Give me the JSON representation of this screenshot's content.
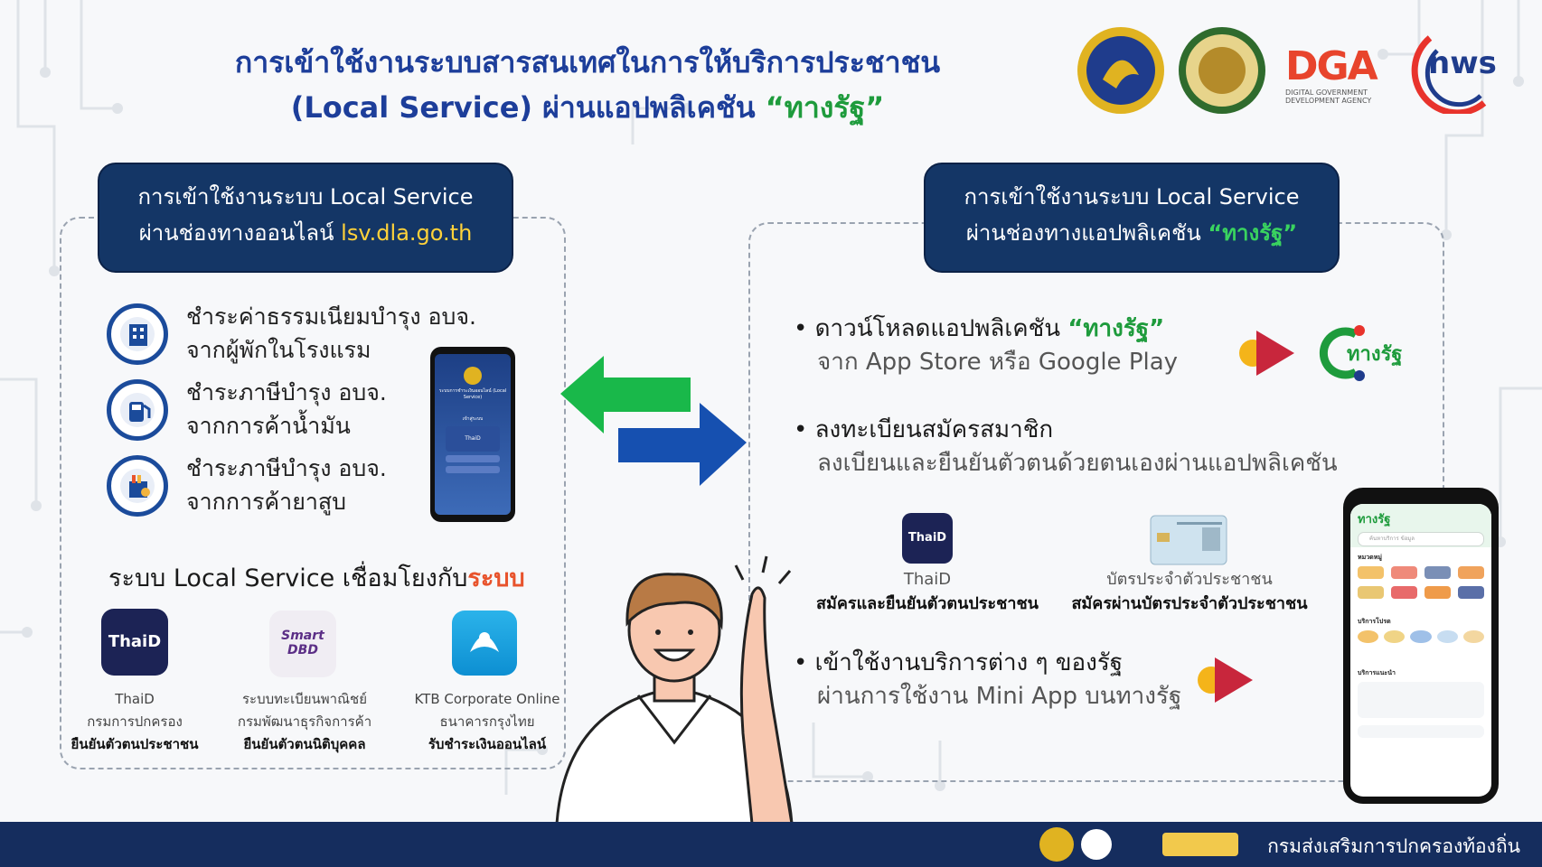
{
  "title": {
    "line1": "การเข้าใช้งานระบบสารสนเทศในการให้บริการประชาชน",
    "line2_prefix": "(Local Service) ผ่านแอปพลิเคชัน",
    "line2_app": "“ทางรัฐ”"
  },
  "logos": {
    "dga": "DGA",
    "dga_sub1": "DIGITAL GOVERNMENT",
    "dga_sub2": "DEVELOPMENT AGENCY",
    "nws": "nws"
  },
  "left": {
    "header_line1": "การเข้าใช้งานระบบ Local Service",
    "header_line2_prefix": "ผ่านช่องทางออนไลน์",
    "header_url": "lsv.dla.go.th",
    "items": [
      {
        "line1": "ชำระค่าธรรมเนียมบำรุง อบจ.",
        "line2": "จากผู้พักในโรงแรม",
        "icon": "hotel-icon"
      },
      {
        "line1": "ชำระภาษีบำรุง อบจ.",
        "line2": "จากการค้าน้ำมัน",
        "icon": "fuel-icon"
      },
      {
        "line1": "ชำระภาษีบำรุง อบจ.",
        "line2": "จากการค้ายาสูบ",
        "icon": "tobacco-icon"
      }
    ],
    "subhead_prefix": "ระบบ Local Service เชื่อมโยงกับ",
    "subhead_highlight": "ระบบ",
    "systems": [
      {
        "name": "ThaiD",
        "org": "กรมการปกครอง",
        "desc": "ยืนยันตัวตนประชาชน",
        "icon_text": "ThaiD"
      },
      {
        "name": "ระบบทะเบียนพาณิชย์",
        "org": "กรมพัฒนาธุรกิจการค้า",
        "desc": "ยืนยันตัวตนนิติบุคคล",
        "icon_text": "Smart DBD"
      },
      {
        "name": "KTB Corporate Online",
        "org": "ธนาคารกรุงไทย",
        "desc": "รับชำระเงินออนไลน์",
        "icon_text": ""
      }
    ]
  },
  "right": {
    "header_line1": "การเข้าใช้งานระบบ Local Service",
    "header_line2_prefix": "ผ่านช่องทางแอปพลิเคชัน",
    "header_app": "“ทางรัฐ”",
    "bullets": [
      {
        "main": "ดาวน์โหลดแอปพลิเคชัน",
        "highlight": "“ทางรัฐ”",
        "sub": "จาก App Store หรือ Google Play"
      },
      {
        "main": "ลงทะเบียนสมัครสมาชิก",
        "highlight": "",
        "sub": "ลงเบียนและยืนยันตัวตนด้วยตนเองผ่านแอปพลิเคชัน"
      },
      {
        "main": "เข้าใช้งานบริการต่าง ๆ ของรัฐ",
        "highlight": "",
        "sub": "ผ่านการใช้งาน Mini App บนทางรัฐ"
      }
    ],
    "app_logo_text": "ทางรัฐ",
    "registration": [
      {
        "name": "ThaiD",
        "desc": "สมัครและยืนยันตัวตนประชาชน",
        "icon_text": "ThaiD"
      },
      {
        "name": "บัตรประจำตัวประชาชน",
        "desc": "สมัครผ่านบัตรประจำตัวประชาชน"
      }
    ]
  },
  "phone_left": {
    "caption": "ระบบการชำระเงินออนไลน์ (Local Service)",
    "login_label": "เข้าสู่ระบบ",
    "thaid_label": "ThaiD"
  },
  "phone_right": {
    "app_title": "ทางรัฐ",
    "search_placeholder": "ค้นหาบริการ ข้อมูล",
    "section1": "หมวดหมู่",
    "section2": "บริการโปรด",
    "section3": "บริการแนะนำ"
  },
  "footer": {
    "text": "กรมส่งเสริมการปกครองท้องถิ่น"
  },
  "colors": {
    "navy": "#143666",
    "title_blue": "#1d3e9a",
    "green": "#1e9b3c",
    "orange": "#e8532c",
    "arrow_green": "#19b84a",
    "arrow_blue": "#1650b0"
  }
}
